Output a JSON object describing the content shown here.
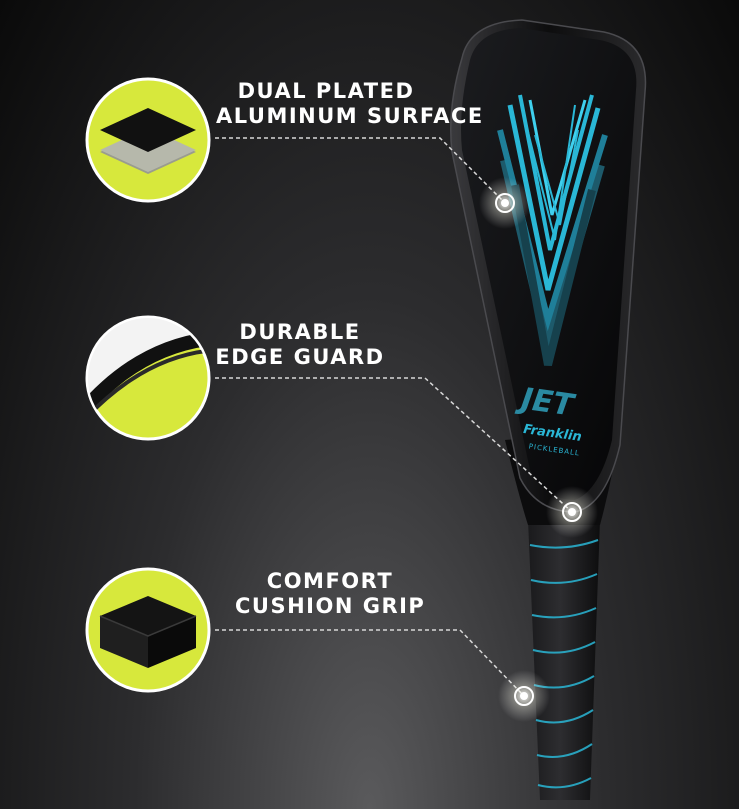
{
  "features": [
    {
      "line1": "DUAL PLATED",
      "line2": "ALUMINUM SURFACE",
      "icon": "aluminum-layers-icon"
    },
    {
      "line1": "DURABLE",
      "line2": "EDGE GUARD",
      "icon": "edge-guard-icon"
    },
    {
      "line1": "COMFORT",
      "line2": "CUSHION GRIP",
      "icon": "cushion-block-icon"
    }
  ],
  "paddle": {
    "model": "JET",
    "brand": "Franklin",
    "sub": "PICKLEBALL"
  },
  "colors": {
    "accent_lime": "#d7e83c",
    "accent_cyan": "#2ab7d6",
    "paddle_black": "#0b0b0c"
  }
}
